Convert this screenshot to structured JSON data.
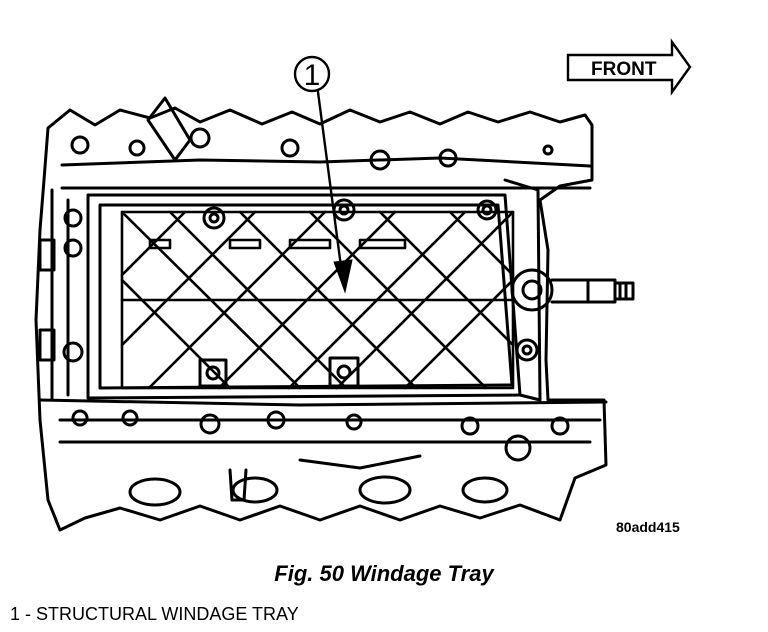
{
  "figure": {
    "callout_number": "1",
    "front_label": "FRONT",
    "image_code": "80add415",
    "caption": "Fig. 50 Windage Tray"
  },
  "legend": {
    "items": [
      "1 - STRUCTURAL WINDAGE TRAY"
    ]
  }
}
